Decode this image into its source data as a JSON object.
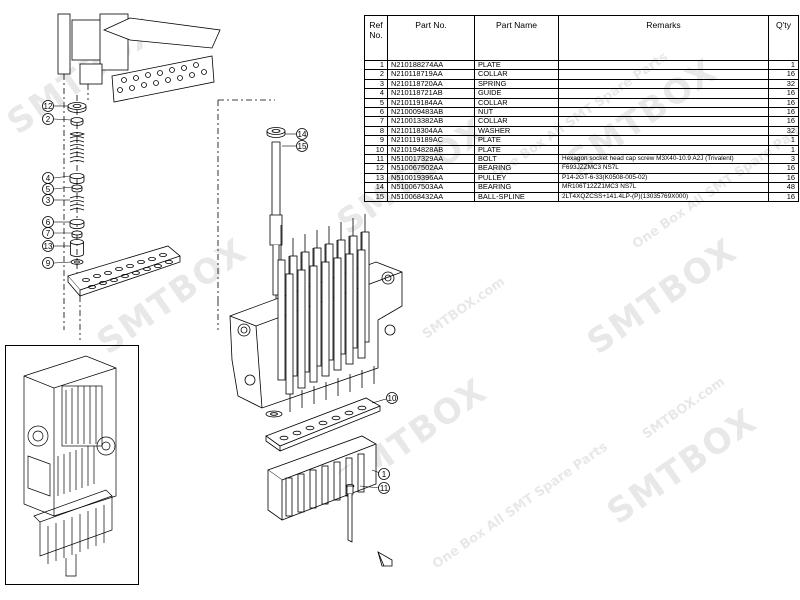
{
  "watermark": {
    "brand": "SMTBOX",
    "domain": "SMTBOX.com",
    "slogan": "One Box All SMT Spare Parts"
  },
  "table": {
    "headers": {
      "ref": "Ref No.",
      "part_no": "Part No.",
      "part_name": "Part Name",
      "remarks": "Remarks",
      "qty": "Q'ty"
    },
    "rows": [
      {
        "ref": "1",
        "part_no": "N210188274AA",
        "part_name": "PLATE",
        "remarks": "",
        "qty": "1"
      },
      {
        "ref": "2",
        "part_no": "N210118719AA",
        "part_name": "COLLAR",
        "remarks": "",
        "qty": "16"
      },
      {
        "ref": "3",
        "part_no": "N210118720AA",
        "part_name": "SPRING",
        "remarks": "",
        "qty": "32"
      },
      {
        "ref": "4",
        "part_no": "N210118721AB",
        "part_name": "GUIDE",
        "remarks": "",
        "qty": "16"
      },
      {
        "ref": "5",
        "part_no": "N210119184AA",
        "part_name": "COLLAR",
        "remarks": "",
        "qty": "16"
      },
      {
        "ref": "6",
        "part_no": "N210009483AB",
        "part_name": "NUT",
        "remarks": "",
        "qty": "16"
      },
      {
        "ref": "7",
        "part_no": "N210013382AB",
        "part_name": "COLLAR",
        "remarks": "",
        "qty": "16"
      },
      {
        "ref": "8",
        "part_no": "N210118304AA",
        "part_name": "WASHER",
        "remarks": "",
        "qty": "32"
      },
      {
        "ref": "9",
        "part_no": "N210119189AC",
        "part_name": "PLATE",
        "remarks": "",
        "qty": "1"
      },
      {
        "ref": "10",
        "part_no": "N210194828AB",
        "part_name": "PLATE",
        "remarks": "",
        "qty": "1"
      },
      {
        "ref": "11",
        "part_no": "N510017329AA",
        "part_name": "BOLT",
        "remarks": "Hexagon socket head cap screw M3X40-10.9 A2J (Trivalent)",
        "qty": "3"
      },
      {
        "ref": "12",
        "part_no": "N510067502AA",
        "part_name": "BEARING",
        "remarks": "F693JZZMC3 NS7L",
        "qty": "16"
      },
      {
        "ref": "13",
        "part_no": "N510019396AA",
        "part_name": "PULLEY",
        "remarks": "P14-2GT-6-33(K0508-005-02)",
        "qty": "16"
      },
      {
        "ref": "14",
        "part_no": "N510067503AA",
        "part_name": "BEARING",
        "remarks": "MR106T12ZZ1MC3 NS7L",
        "qty": "48"
      },
      {
        "ref": "15",
        "part_no": "N510068432AA",
        "part_name": "BALL-SPLINE",
        "remarks": "2LT4XQZCSS+141.4LP-(P)(13035769X000)",
        "qty": "16"
      }
    ]
  },
  "callouts": {
    "left_stack": [
      "12",
      "2",
      "4",
      "5",
      "3",
      "6",
      "7",
      "13",
      "9"
    ],
    "right_top": [
      "14",
      "15"
    ],
    "right_low": [
      "10",
      "1",
      "11"
    ]
  }
}
